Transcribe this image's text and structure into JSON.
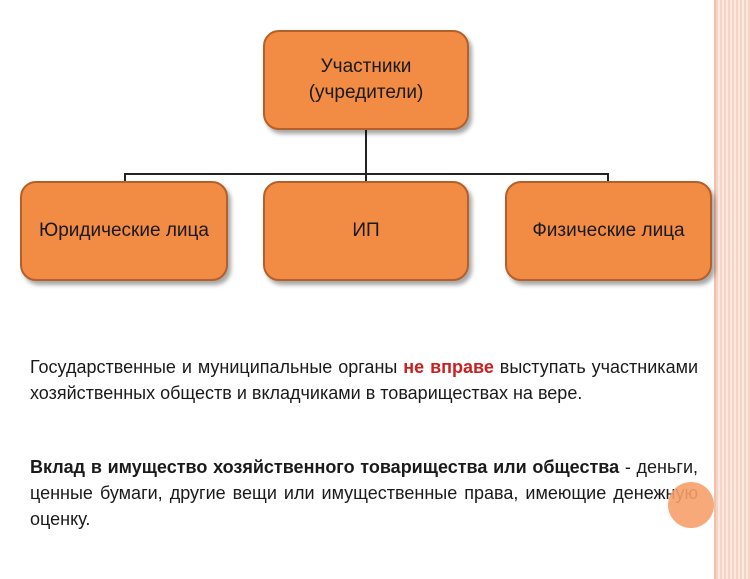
{
  "diagram": {
    "root": {
      "line1": "Участники",
      "line2": "(учредители)"
    },
    "children": [
      {
        "label": "Юридические лица"
      },
      {
        "label": "ИП"
      },
      {
        "label": "Физические лица"
      }
    ]
  },
  "text": {
    "p1_part1": "Государственные и муниципальные органы ",
    "p1_highlight": "не вправе",
    "p1_part2": " выступать участниками хозяйственных обществ и вкладчиками в товариществах на вере.",
    "p2_bold": "Вклад в имущество хозяйственного товарищества или общества",
    "p2_rest": " - деньги, ценные бумаги, другие вещи или имущественные права, имеющие денежную оценку."
  },
  "colors": {
    "box_fill": "#f28b44",
    "box_border": "#b4602a",
    "highlight": "#cc1f1f",
    "decor_circle": "#f6a06a",
    "side_stripe": "#f6d4c4"
  }
}
